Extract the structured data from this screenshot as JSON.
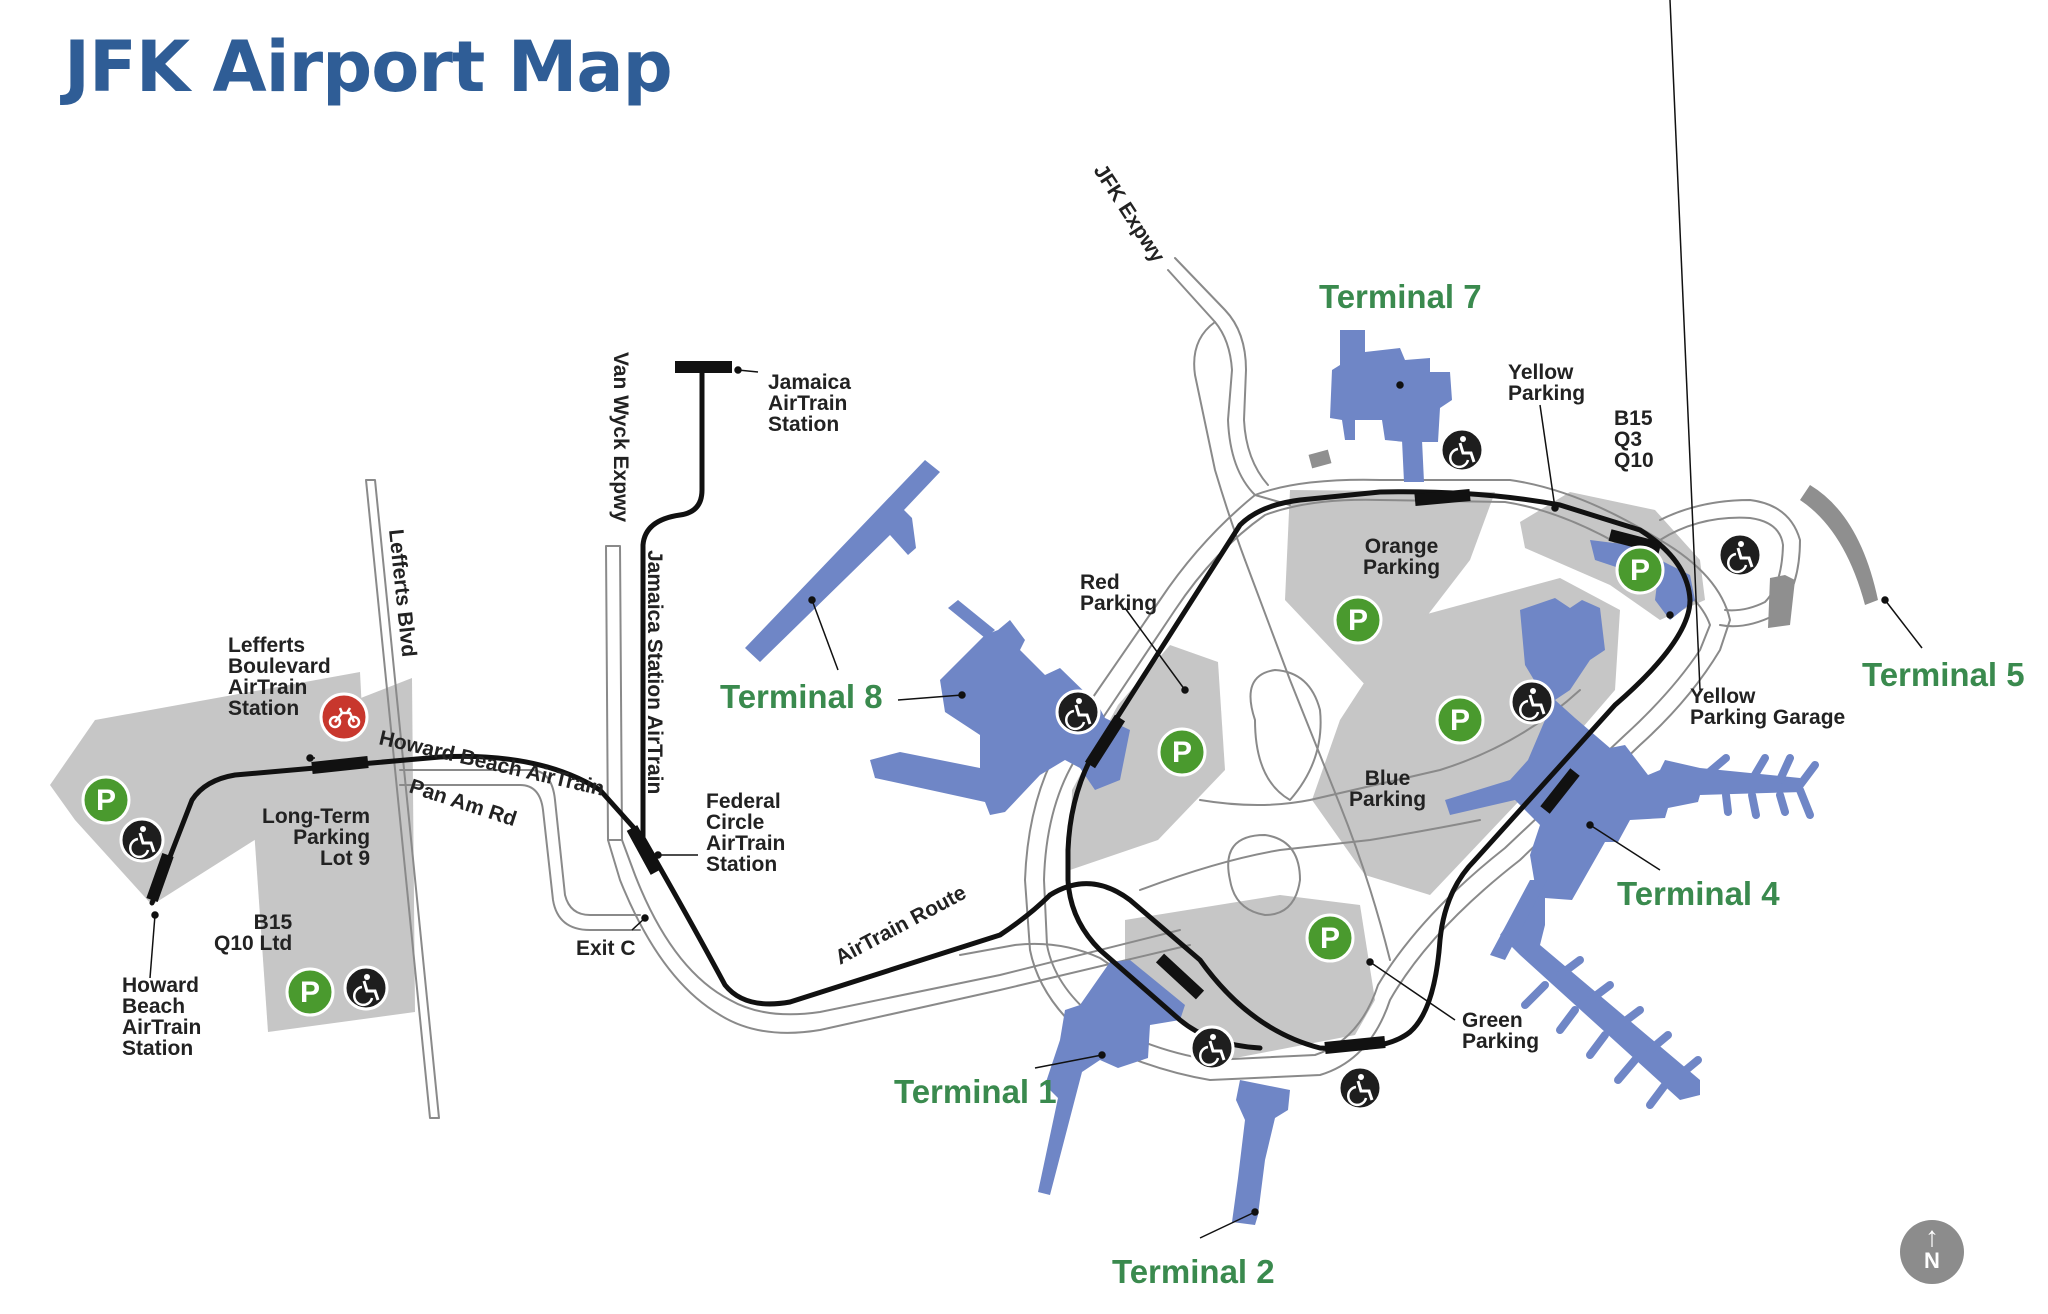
{
  "title": "JFK Airport Map",
  "terminals": {
    "t1": "Terminal 1",
    "t2": "Terminal 2",
    "t4": "Terminal 4",
    "t5": "Terminal 5",
    "t7": "Terminal 7",
    "t8": "Terminal 8"
  },
  "parking": {
    "orange": "Orange\nParking",
    "red": "Red\nParking",
    "blue": "Blue\nParking",
    "green": "Green\nParking",
    "yellow": "Yellow\nParking",
    "yellow_garage": "Yellow\nParking Garage",
    "long_term": "Long-Term\nParking\nLot 9"
  },
  "stations": {
    "jamaica": "Jamaica\nAirTrain\nStation",
    "federal_circle": "Federal\nCircle\nAirTrain\nStation",
    "lefferts": "Lefferts\nBoulevard\nAirTrain\nStation",
    "howard_beach": "Howard\nBeach\nAirTrain\nStation"
  },
  "buses": {
    "b15_q3_q10": "B15\nQ3\nQ10",
    "b15_q10ltd": "B15\nQ10 Ltd"
  },
  "roads": {
    "jfk_expwy": "JFK Expwy",
    "van_wyck": "Van Wyck Expwy",
    "jamaica_station_airtrain": "Jamaica Station AirTrain",
    "lefferts_blvd": "Lefferts Blvd",
    "howard_beach_airtrain": "Howard Beach AirTrain",
    "pan_am_rd": "Pan Am Rd",
    "airtrain_route": "AirTrain Route",
    "exit_c": "Exit C"
  },
  "icons": {
    "parking_symbol": "P",
    "north_letter": "N"
  },
  "colors": {
    "terminal_blue": "#6f86c6",
    "parking_gray": "#c6c6c6",
    "parking_green": "#4a9a2e",
    "title_blue": "#2f5d96",
    "terminal_label_green": "#3a8a4e",
    "taxi_red": "#c8372d"
  }
}
